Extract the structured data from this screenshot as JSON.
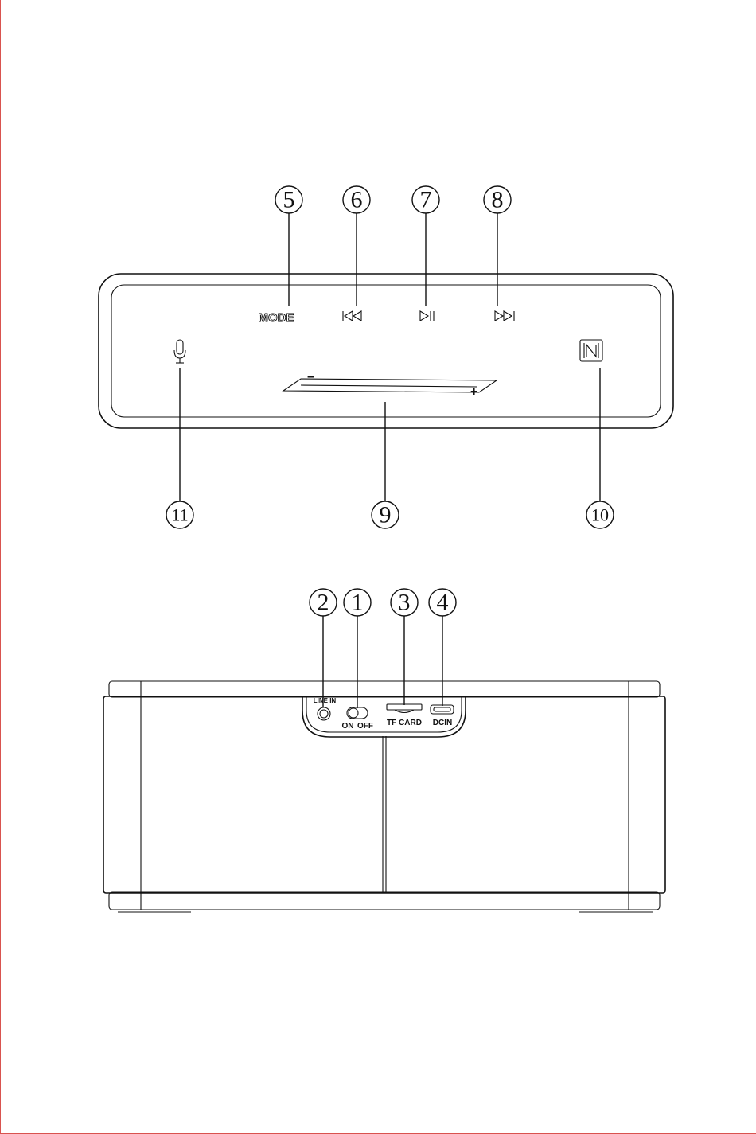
{
  "colors": {
    "page_border": "#d9534f",
    "ink": "#111111"
  },
  "top_view": {
    "callouts": [
      {
        "id": "5",
        "label": "⑤"
      },
      {
        "id": "6",
        "label": "⑥"
      },
      {
        "id": "7",
        "label": "⑦"
      },
      {
        "id": "8",
        "label": "⑧"
      },
      {
        "id": "9",
        "label": "⑨"
      },
      {
        "id": "10",
        "label": "⑩"
      },
      {
        "id": "11",
        "label": "⑪"
      }
    ],
    "buttons": {
      "mode_label": "MODE",
      "prev_icon": "previous-track-icon",
      "play_pause_icon": "play-pause-icon",
      "next_icon": "next-track-icon",
      "mic_icon": "microphone-icon",
      "nfc_icon": "nfc-icon",
      "volume_minus": "−",
      "volume_plus": "+"
    }
  },
  "rear_view": {
    "callouts": [
      {
        "id": "2",
        "label": "②"
      },
      {
        "id": "1",
        "label": "①"
      },
      {
        "id": "3",
        "label": "③"
      },
      {
        "id": "4",
        "label": "④"
      }
    ],
    "ports": {
      "line_in": "LINE IN",
      "on": "ON",
      "off": "OFF",
      "tf_card": "TF CARD",
      "dc_in": "DCIN"
    }
  }
}
